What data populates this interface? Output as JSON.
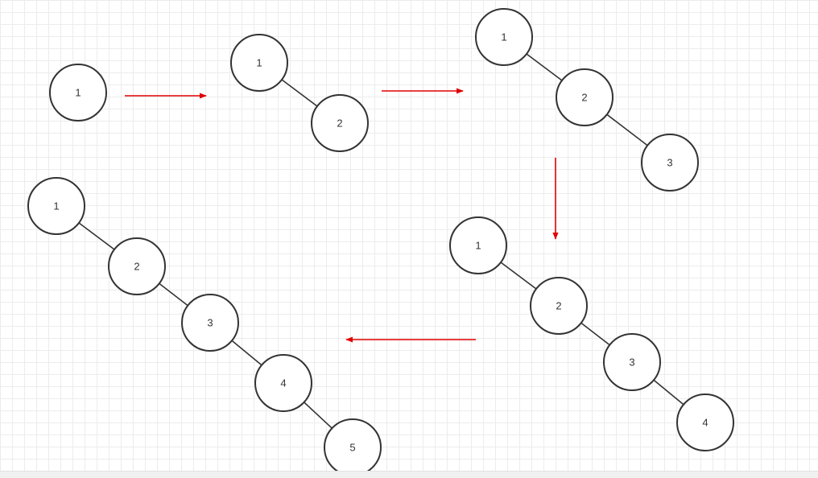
{
  "colors": {
    "node_stroke": "#333333",
    "arrow": "#e00000"
  },
  "trees": [
    {
      "id": "step1",
      "nodes": [
        "1"
      ]
    },
    {
      "id": "step2",
      "nodes": [
        "1",
        "2"
      ]
    },
    {
      "id": "step3",
      "nodes": [
        "1",
        "2",
        "3"
      ]
    },
    {
      "id": "step4",
      "nodes": [
        "1",
        "2",
        "3",
        "4"
      ]
    },
    {
      "id": "step5",
      "nodes": [
        "1",
        "2",
        "3",
        "4",
        "5"
      ]
    }
  ]
}
